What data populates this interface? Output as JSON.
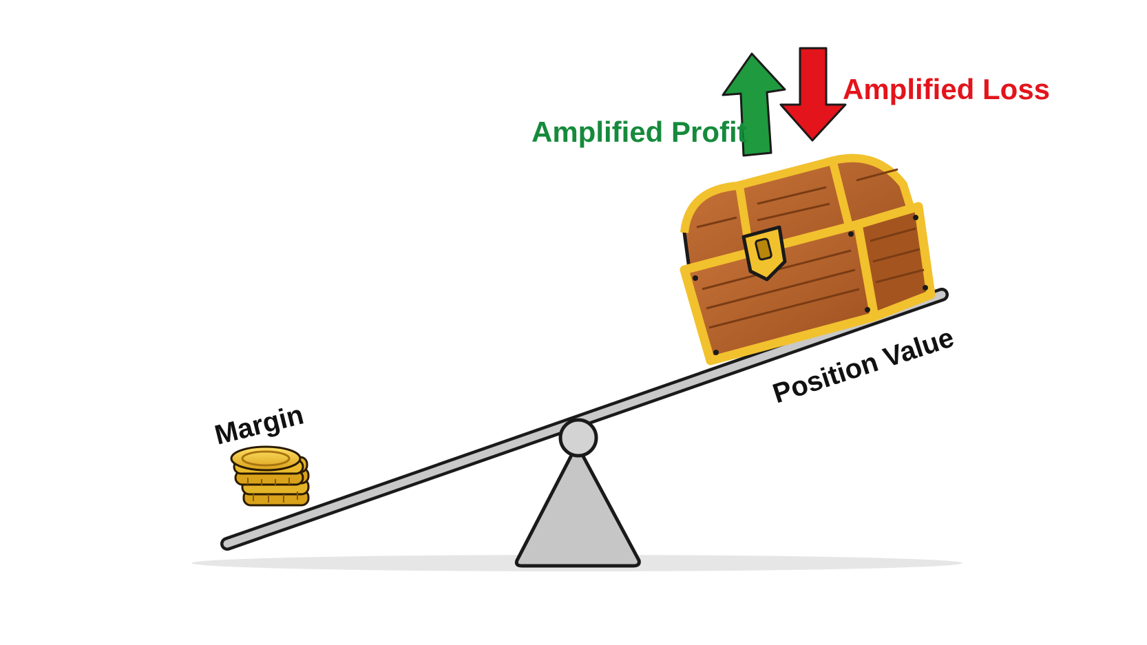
{
  "labels": {
    "margin": "Margin",
    "position_value": "Position Value",
    "amplified_profit": "Amplified Profit",
    "amplified_loss": "Amplified Loss"
  },
  "icons": {
    "coins": "coin-stack-icon",
    "chest": "treasure-chest-icon",
    "up_arrow": "up-arrow-icon",
    "down_arrow": "down-arrow-icon"
  },
  "colors": {
    "profit": "#168a3c",
    "loss": "#e3141b",
    "gold": "#f2c12e",
    "wood": "#b5622a",
    "beam": "#c9c9c9",
    "fulcrum": "#c6c6c6"
  }
}
